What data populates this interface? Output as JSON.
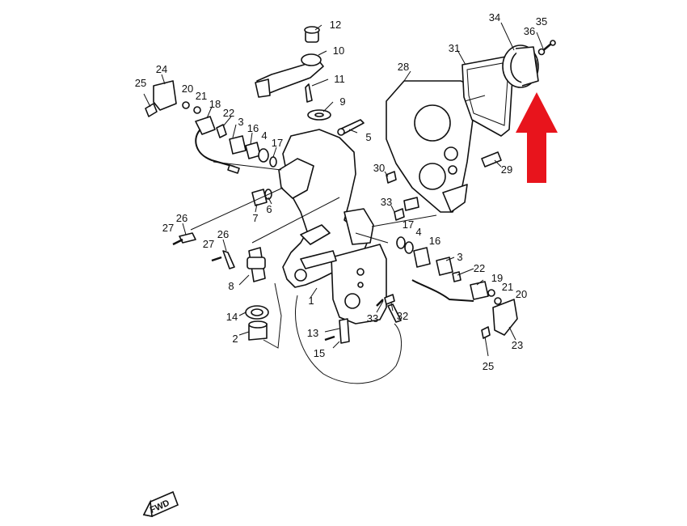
{
  "diagram": {
    "callouts": {
      "c1": "1",
      "c2": "2",
      "c3a": "3",
      "c3b": "3",
      "c4": "4",
      "c5": "5",
      "c6": "6",
      "c7": "7",
      "c8": "8",
      "c9": "9",
      "c10": "10",
      "c11": "11",
      "c12": "12",
      "c13": "13",
      "c14": "14",
      "c15": "15",
      "c16a": "16",
      "c16b": "16",
      "c17a": "17",
      "c17b": "17",
      "c18": "18",
      "c19": "19",
      "c20a": "20",
      "c20b": "20",
      "c21a": "21",
      "c21b": "21",
      "c22a": "22",
      "c22b": "22",
      "c23": "23",
      "c24": "24",
      "c25a": "25",
      "c25b": "25",
      "c26a": "26",
      "c26b": "26",
      "c27a": "27",
      "c27b": "27",
      "c28": "28",
      "c29": "29",
      "c30": "30",
      "c31": "31",
      "c32": "32",
      "c33a": "33",
      "c33b": "33",
      "c34": "34",
      "c35": "35",
      "c36": "36"
    },
    "fwd_label": "FWD",
    "arrow_color": "#e8141c",
    "line_color": "#111111"
  }
}
